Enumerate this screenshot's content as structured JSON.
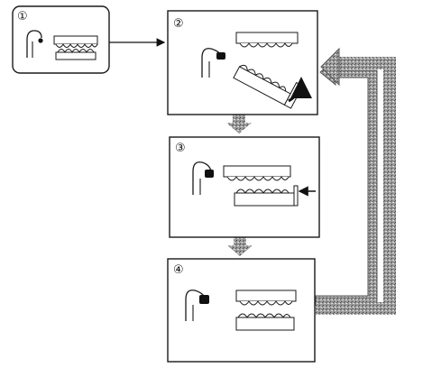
{
  "panels": [
    {
      "id": "1",
      "label": "①"
    },
    {
      "id": "2",
      "label": "②"
    },
    {
      "id": "3",
      "label": "③"
    },
    {
      "id": "4",
      "label": "④"
    }
  ],
  "colors": {
    "ink": "#1a1a1a",
    "stipple": "#8c8c8c",
    "paper": "#ffffff"
  },
  "icons": [
    "tongue-tip-icon",
    "upper-jaw-teeth-icon",
    "lower-jaw-teeth-icon",
    "stipple-arrow-icon",
    "curved-arrow-icon",
    "straight-arrow-icon"
  ]
}
